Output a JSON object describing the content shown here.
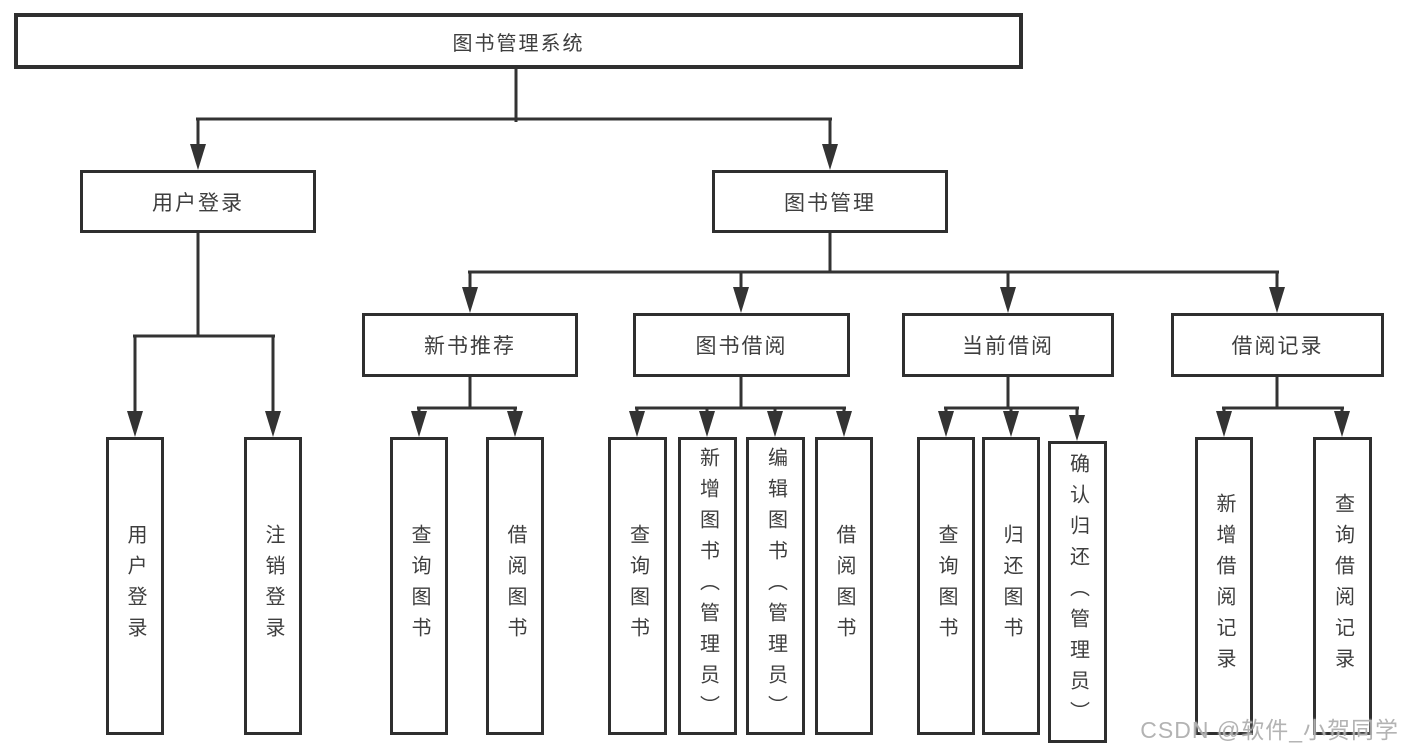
{
  "diagram": {
    "root": {
      "label": "图书管理系统"
    },
    "branches": [
      {
        "label": "用户登录",
        "leaves": [
          "用户登录",
          "注销登录"
        ]
      },
      {
        "label": "图书管理",
        "groups": [
          {
            "label": "新书推荐",
            "leaves": [
              "查询图书",
              "借阅图书"
            ]
          },
          {
            "label": "图书借阅",
            "leaves": [
              "查询图书",
              "新增图书（管理员）",
              "编辑图书（管理员）",
              "借阅图书"
            ]
          },
          {
            "label": "当前借阅",
            "leaves": [
              "查询图书",
              "归还图书",
              "确认归还（管理员）"
            ]
          },
          {
            "label": "借阅记录",
            "leaves": [
              "新增借阅记录",
              "查询借阅记录"
            ]
          }
        ]
      }
    ]
  },
  "watermark": {
    "text": "CSDN @软件_小贺同学"
  },
  "colors": {
    "line": "#333333",
    "box_border": "#2f2f2f",
    "box_fill": "#ffffff",
    "text": "#3e3e3e",
    "watermark": "#acacac",
    "background": "#ffffff"
  }
}
